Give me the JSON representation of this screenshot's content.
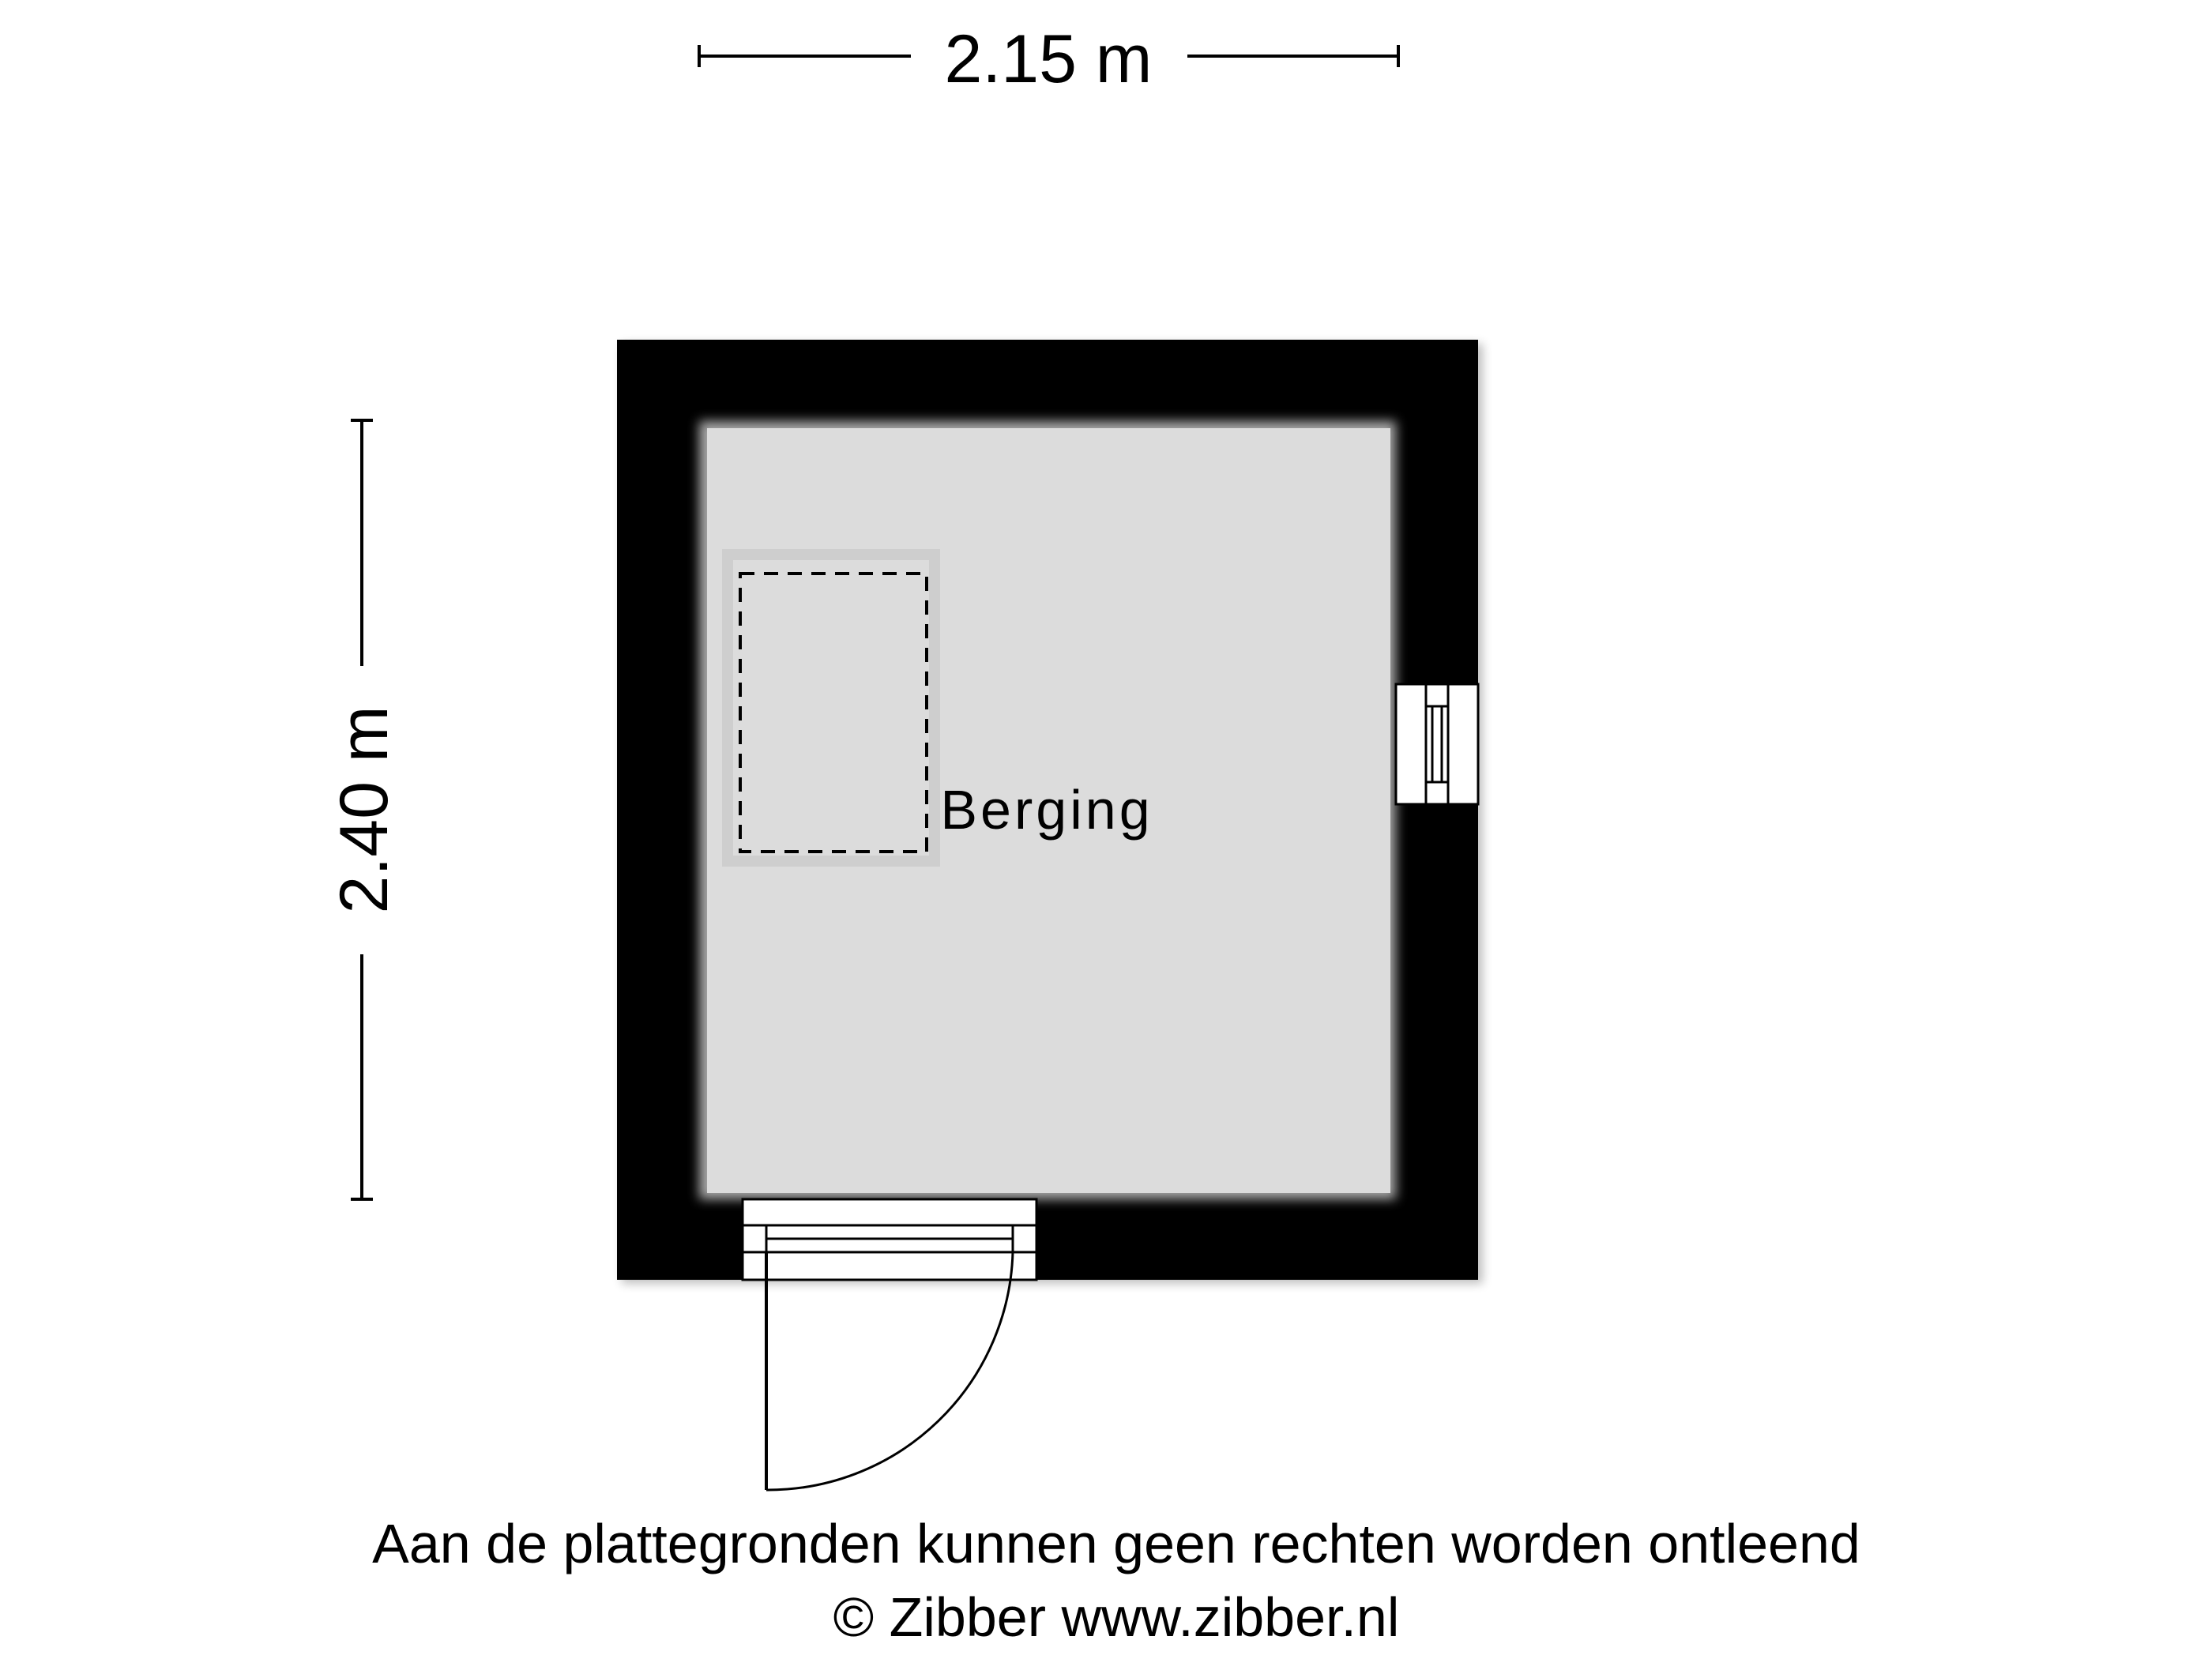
{
  "floorplan": {
    "room_name": "Berging",
    "width_label": "2.15 m",
    "depth_label": "2.40 m",
    "disclaimer": "Aan de plattegronden kunnen geen rechten worden ontleend",
    "credit": "© Zibber www.zibber.nl"
  },
  "colors": {
    "wall": "#000000",
    "floor": "#dcdcdc",
    "background": "#ffffff"
  }
}
